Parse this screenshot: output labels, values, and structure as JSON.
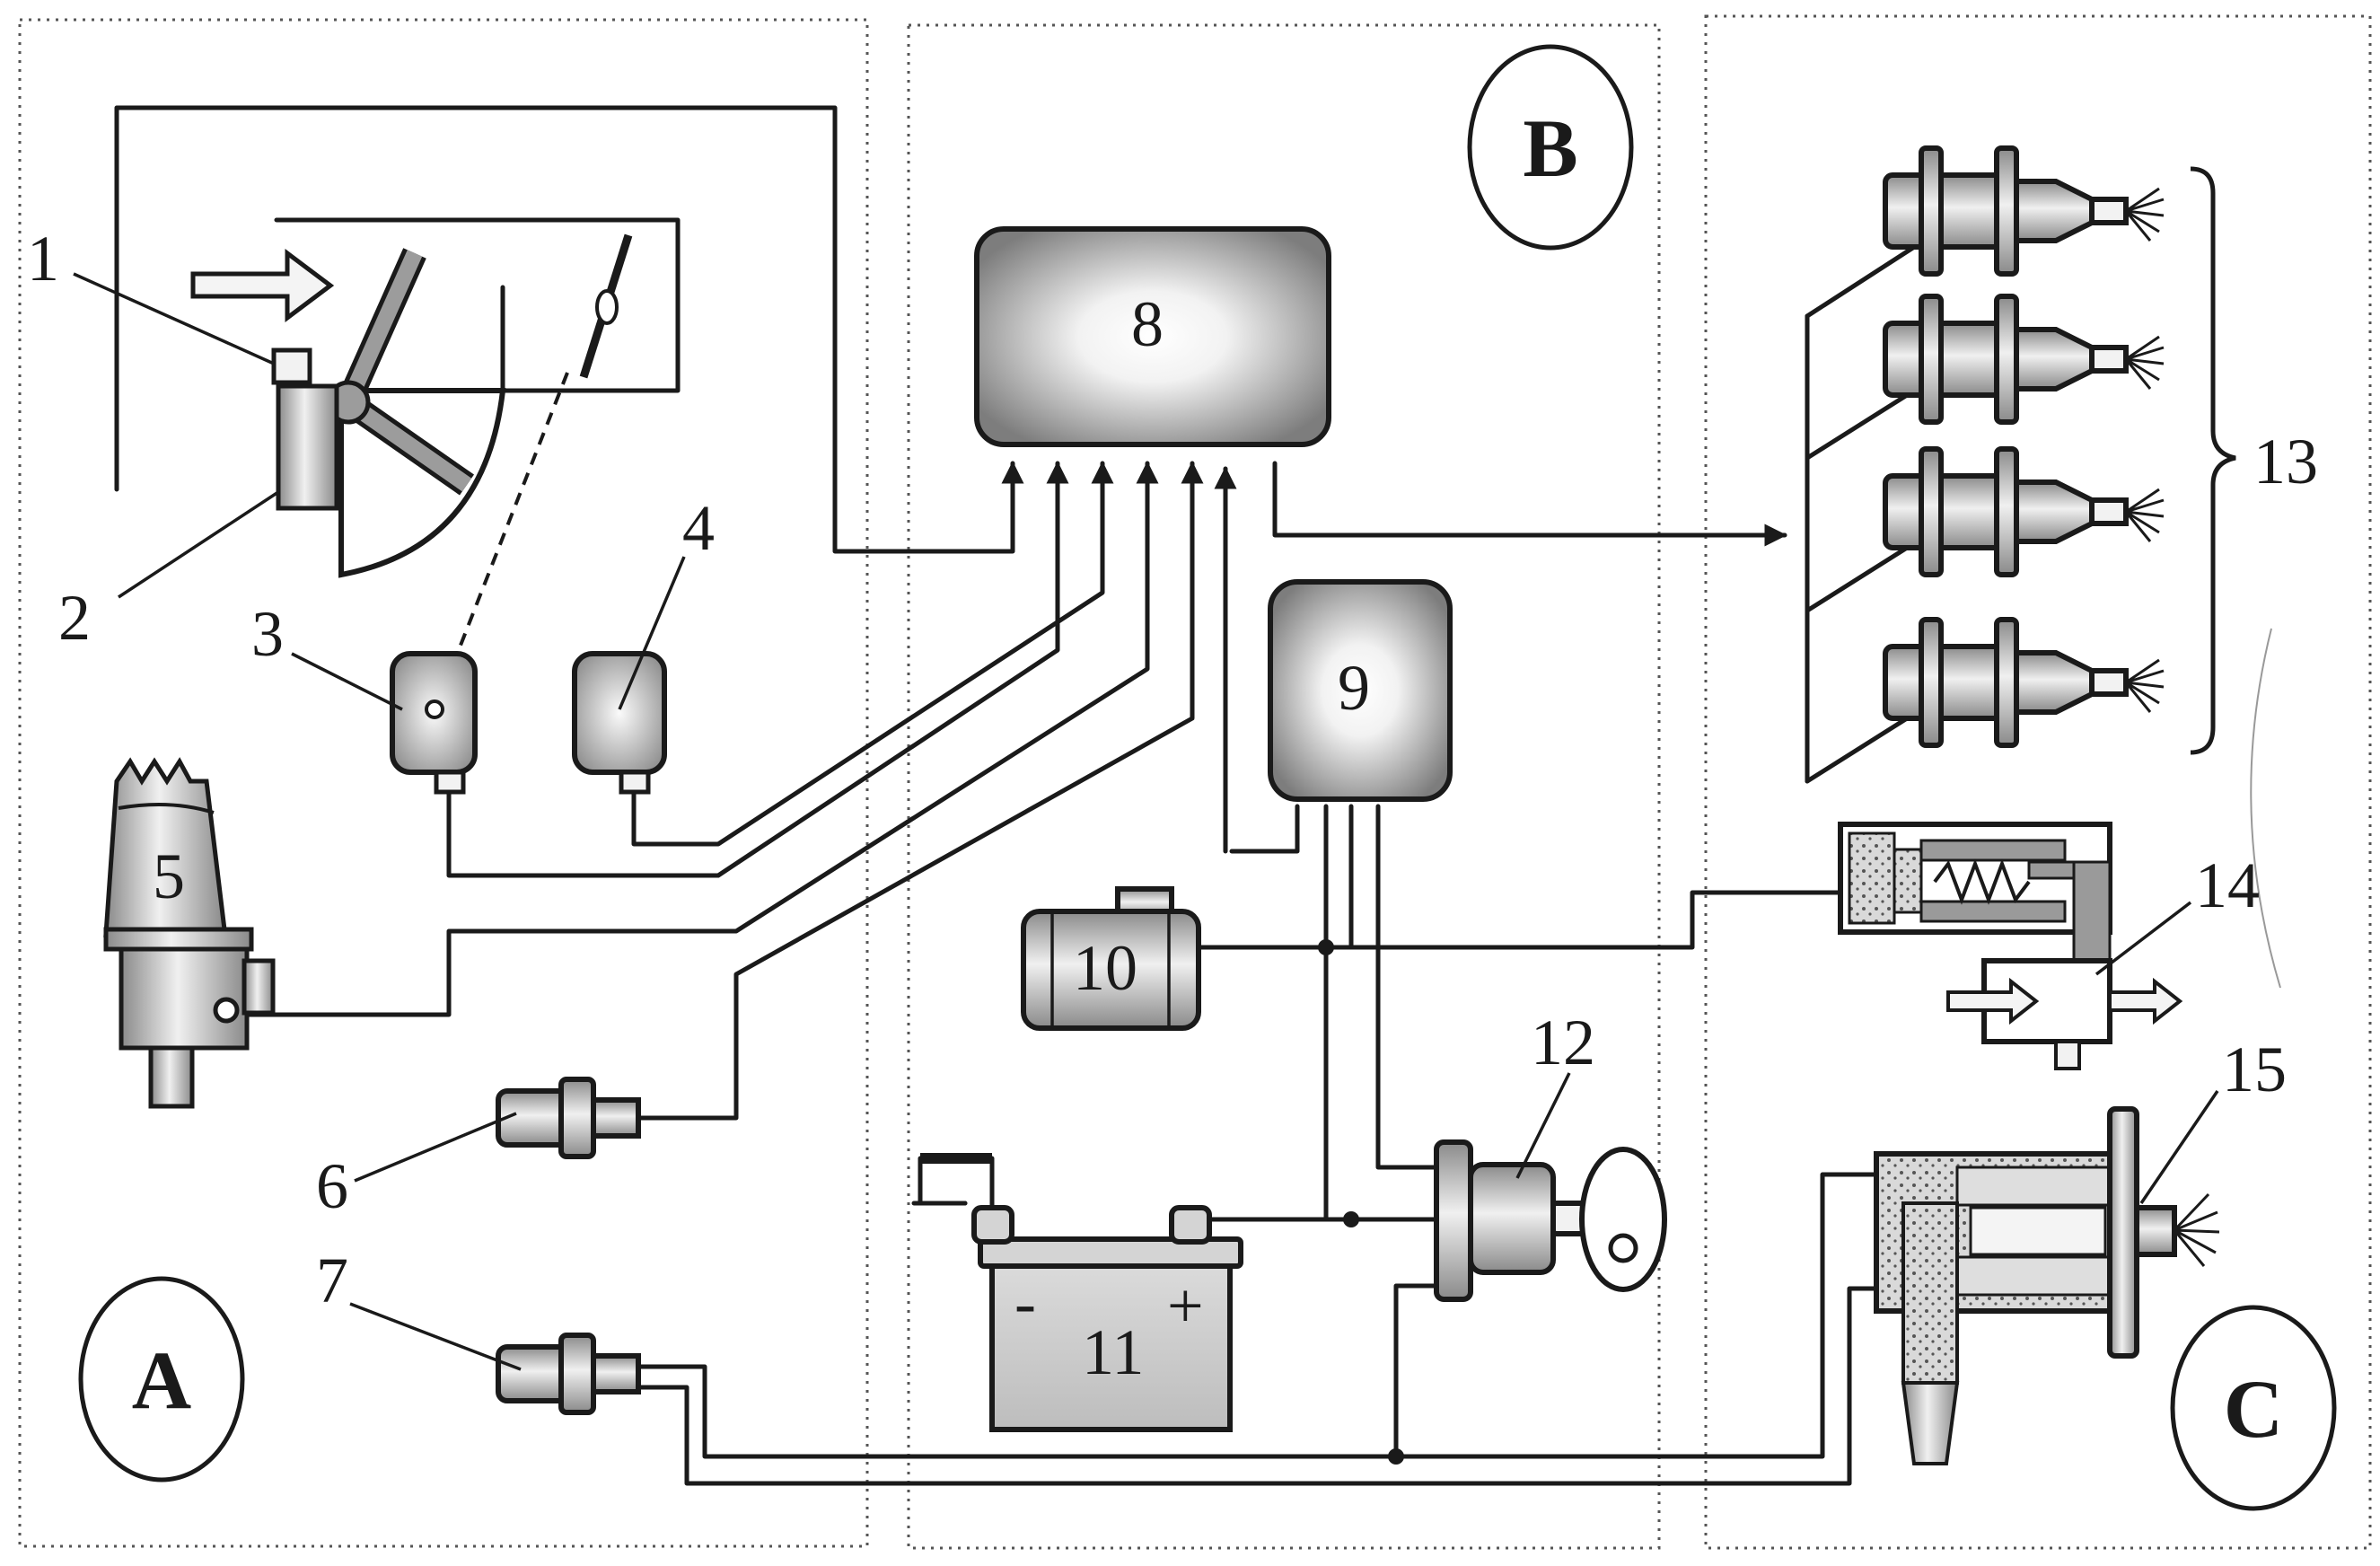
{
  "sections": {
    "a": "A",
    "b": "B",
    "c": "C"
  },
  "components": {
    "c1": "1",
    "c2": "2",
    "c3": "3",
    "c4": "4",
    "c5": "5",
    "c6": "6",
    "c7": "7",
    "c8": "8",
    "c9": "9",
    "c10": "10",
    "c11": "11",
    "c12": "12",
    "c13": "13",
    "c14": "14",
    "c15": "15"
  },
  "battery": {
    "minus": "-",
    "plus": "+"
  },
  "colors": {
    "line": "#1a1a1a",
    "fill_dark": "#8c8c8c",
    "fill_mid": "#b5b5b5",
    "fill_light": "#f4f4f4"
  }
}
